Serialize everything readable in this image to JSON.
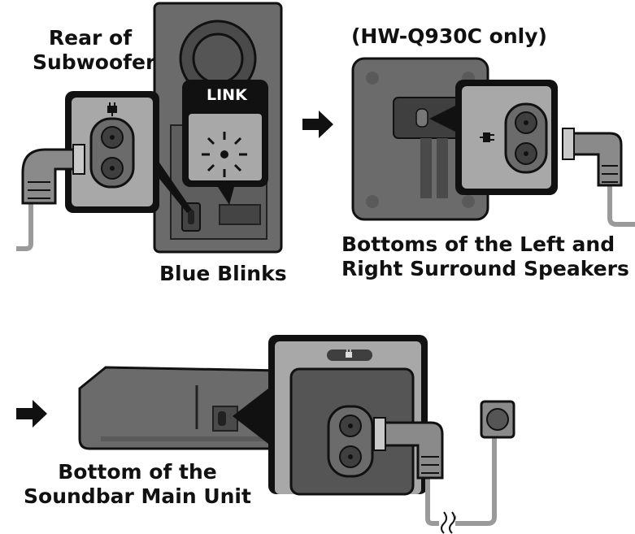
{
  "labels": {
    "rear_subwoofer": [
      "Rear of",
      "Subwoofer"
    ],
    "blue_blinks": "Blue Blinks",
    "q930c_only": "(HW-Q930C only)",
    "surround_bottoms": [
      "Bottoms of the Left and",
      "Right Surround Speakers"
    ],
    "soundbar_bottom": [
      "Bottom of the",
      "Soundbar Main Unit"
    ],
    "link_button": "LINK"
  },
  "icons": {
    "power": "power-plug-icon",
    "arrow": "right-arrow-icon",
    "link_indicator": "blinking-light-icon",
    "wall_outlet": "wall-outlet-icon"
  },
  "colors": {
    "device_dark": "#3f3f3f",
    "device_mid": "#6b6b6b",
    "device_light": "#a8a8a8",
    "outline": "#111111",
    "cable": "#9a9a9a",
    "background": "#ffffff"
  }
}
